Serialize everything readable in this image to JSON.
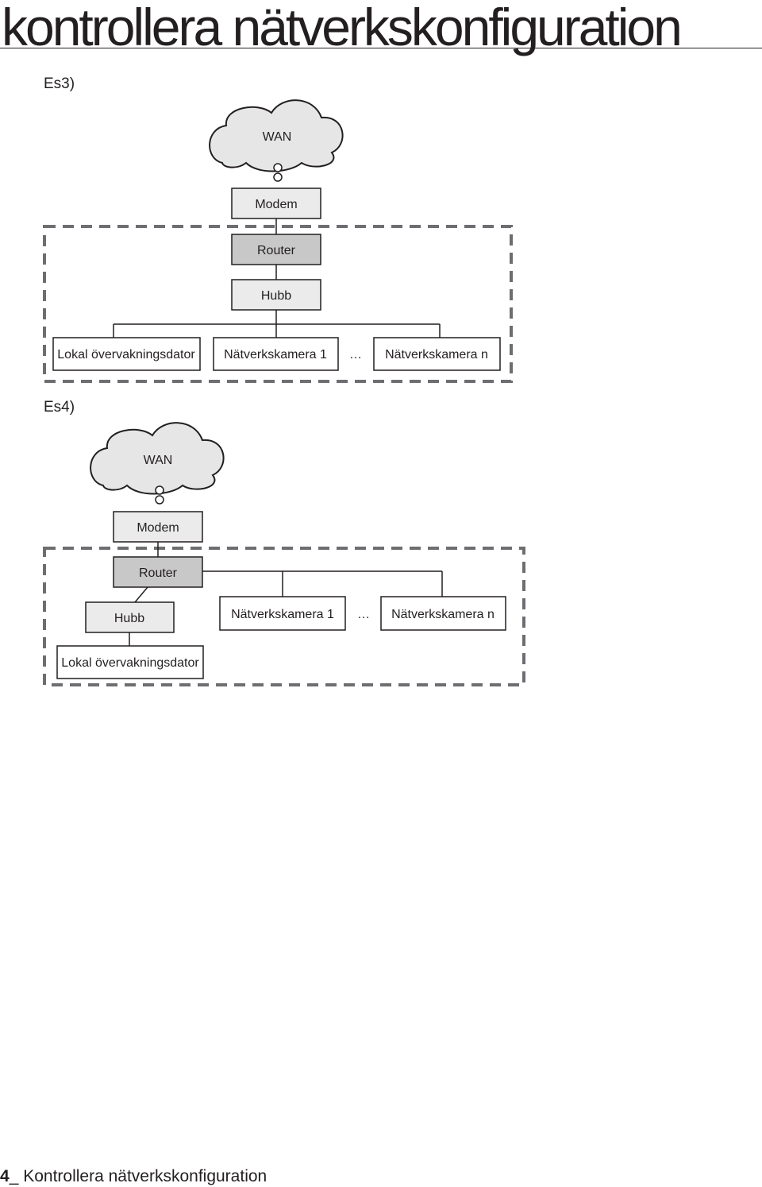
{
  "header": {
    "title": "kontrollera nätverkskonfiguration"
  },
  "examples": [
    {
      "label": "Es3)",
      "nodes": {
        "wan": "WAN",
        "modem": "Modem",
        "router": "Router",
        "hub": "Hubb",
        "local_pc": "Lokal övervakningsdator",
        "camera_1": "Nätverkskamera 1",
        "ellipsis": "…",
        "camera_n": "Nätverkskamera n"
      }
    },
    {
      "label": "Es4)",
      "nodes": {
        "wan": "WAN",
        "modem": "Modem",
        "router": "Router",
        "hub": "Hubb",
        "camera_1": "Nätverkskamera 1",
        "ellipsis": "…",
        "camera_n": "Nätverkskamera n",
        "local_pc": "Lokal övervakningsdator"
      }
    }
  ],
  "footer": {
    "page_number": "4",
    "separator": "_",
    "section": " Kontrollera nätverkskonfiguration"
  },
  "colors": {
    "ink": "#231f20",
    "box_fill": "#ebebeb",
    "router_fill": "#c8c8c8",
    "cloud_fill": "#e6e6e6",
    "dashed_border": "#6d6e71"
  }
}
